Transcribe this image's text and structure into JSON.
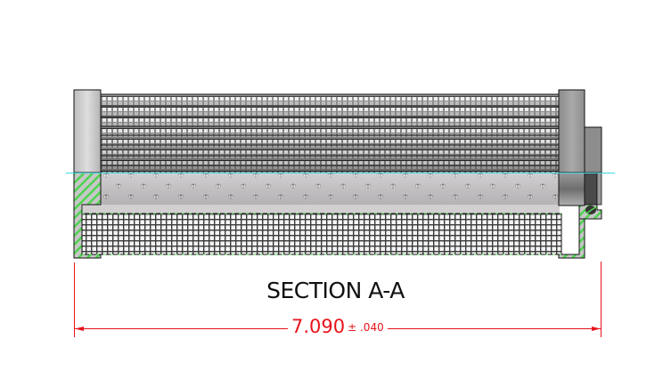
{
  "drawing": {
    "view_title": "SECTION A-A",
    "dimension": {
      "nominal": "7.090",
      "tolerance": "± .040",
      "color": "#e8131b"
    },
    "colors": {
      "section_hatch": "#4fd34f",
      "cutting_plane_line": "#39d6e0",
      "end_cap": "#9a9a9a",
      "perforated_core": "#c9c5c8",
      "mesh": "#3a3a3a"
    },
    "components": [
      "pleated-filter-media",
      "perforated-core",
      "wire-mesh-inner",
      "end-cap-left",
      "end-cap-right",
      "o-ring-seal"
    ]
  }
}
